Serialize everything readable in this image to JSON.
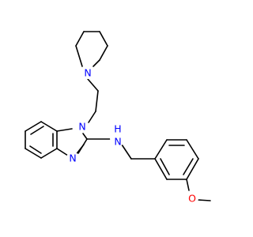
{
  "molecule": {
    "atoms": {
      "n_piperidine": "N",
      "n_imidazole_top": "N",
      "n_imidazole_bottom": "N",
      "nh": "N",
      "h_on_n": "H",
      "o_methoxy": "O"
    },
    "colors": {
      "bond": "#000000",
      "nitrogen": "#0000ff",
      "oxygen": "#ff0000",
      "background": "#ffffff"
    }
  }
}
